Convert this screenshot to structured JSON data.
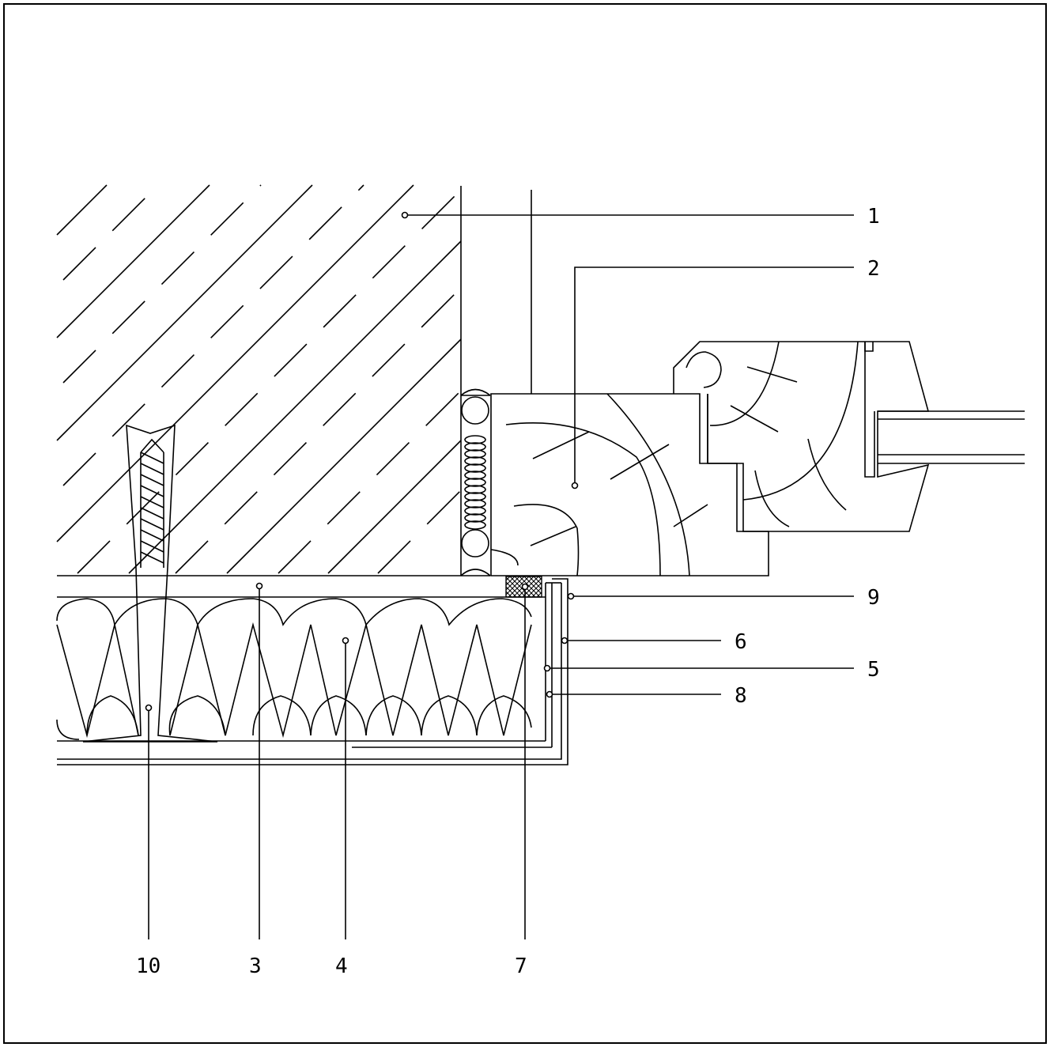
{
  "colors": {
    "stroke": "#000000",
    "background": "#ffffff"
  },
  "callouts": {
    "c1": "1",
    "c2": "2",
    "c3": "3",
    "c4": "4",
    "c5": "5",
    "c6": "6",
    "c7": "7",
    "c8": "8",
    "c9": "9",
    "c10": "10"
  }
}
